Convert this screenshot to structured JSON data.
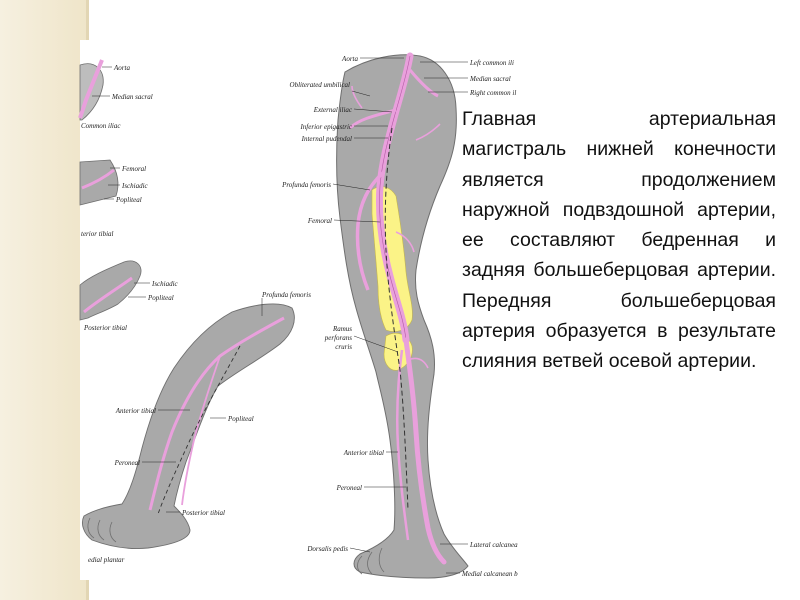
{
  "colors": {
    "page_background": "#ffffff",
    "left_border_band": "#f3ecd9",
    "left_border_line": "#e2d6b4",
    "limb_gray": "#a9a9a9",
    "limb_outline": "#6f6f6f",
    "artery_pink": "#e9a0dc",
    "artery_outline": "#b25aa3",
    "bone_yellow": "#fbf387",
    "text": "#111111"
  },
  "description": {
    "text": "Главная артериальная магистраль нижней конечности является продолжением наружной подвздошной артерии, ее составляют бедренная и задняя большеберцовая артерии. Передняя большеберцовая артерия образуется в результате слияния ветвей осевой артерии."
  },
  "labels": {
    "panel1": {
      "aorta": "Aorta",
      "median_sacral": "Median sacral",
      "common_iliac": "Common iliac"
    },
    "panel2": {
      "femoral": "Femoral",
      "ischiadic": "Ischiadic",
      "popliteal": "Popliteal",
      "posterior_tibial": "terior tibial"
    },
    "panel3": {
      "ischiadic": "Ischiadic",
      "popliteal": "Popliteal",
      "posterior_tibial": "Posterior tibial"
    },
    "panel4": {
      "profunda_femoris": "Profunda femoris",
      "anterior_tibial": "Anterior tibial",
      "popliteal": "Popliteal",
      "peroneal": "Peroneal",
      "posterior_tibial": "Posterior tibial",
      "medial_plantar": "edial plantar"
    },
    "main": {
      "aorta": "Aorta",
      "obliterated_umbilical": "Obliterated umbilical",
      "external_iliac": "External iliac",
      "inferior_epigastric": "Inferior epigastric",
      "internal_pudendal": "Internal pudendal",
      "profunda_femoris": "Profunda femoris",
      "femoral": "Femoral",
      "ramus_perforans_cruris": [
        "Ramus",
        "perforans",
        "cruris"
      ],
      "anterior_tibial": "Anterior tibial",
      "peroneal": "Peroneal",
      "dorsalis_pedis": "Dorsalis pedis",
      "left_common_iliac": "Left common ili",
      "median_sacral": "Median sacral",
      "right_common_iliac": "Right common il",
      "lateral_calcanea": "Lateral calcanea",
      "medial_calcanean": "Medial calcanean b"
    }
  }
}
